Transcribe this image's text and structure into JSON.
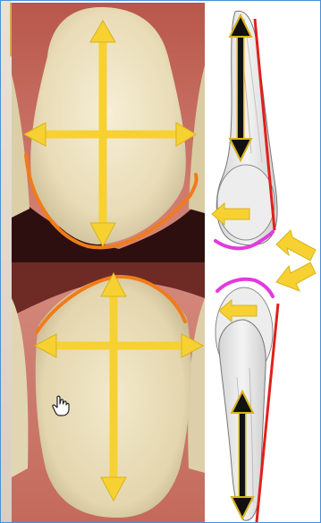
{
  "figure": {
    "panels": [
      {
        "name": "upper-incisor-photo",
        "description_visible": ""
      },
      {
        "name": "lower-incisor-photo",
        "description_visible": ""
      },
      {
        "name": "tooth-profile-drawing",
        "description_visible": ""
      }
    ]
  },
  "colors": {
    "arrow_yellow": "#f7d131",
    "arrow_yellow_light": "#fce98a",
    "outline_orange": "#f07c1a",
    "profile_red": "#e0201c",
    "profile_magenta": "#e23adf",
    "arrow_black": "#111111",
    "gum_red": "#c96a5e",
    "tooth_ivory": "#f1e7c7",
    "mouth_dark": "#3a1414"
  },
  "icons": {
    "cursor": "hand-cursor-icon"
  }
}
